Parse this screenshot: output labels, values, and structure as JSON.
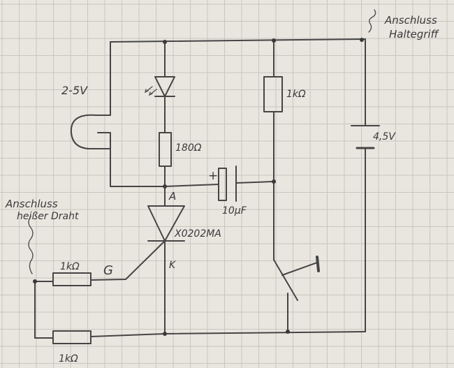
{
  "labels": {
    "top_right_line1": "Anschluss",
    "top_right_line2": "Haltegriff",
    "voltage_source": "2-5V",
    "resistor_top": "1kΩ",
    "resistor_180": "180Ω",
    "battery": "4,5V",
    "plus": "+",
    "node_a": "A",
    "capacitor": "10µF",
    "thyristor": "X0202MA",
    "left_line1": "Anschluss",
    "left_line2": "heißer Draht",
    "resistor_gate": "1kΩ",
    "gate": "G",
    "cathode": "K",
    "resistor_bottom": "1kΩ"
  },
  "colors": {
    "paper": "#e9e6e0",
    "grid": "#c9c6c0",
    "ink": "#454545"
  }
}
